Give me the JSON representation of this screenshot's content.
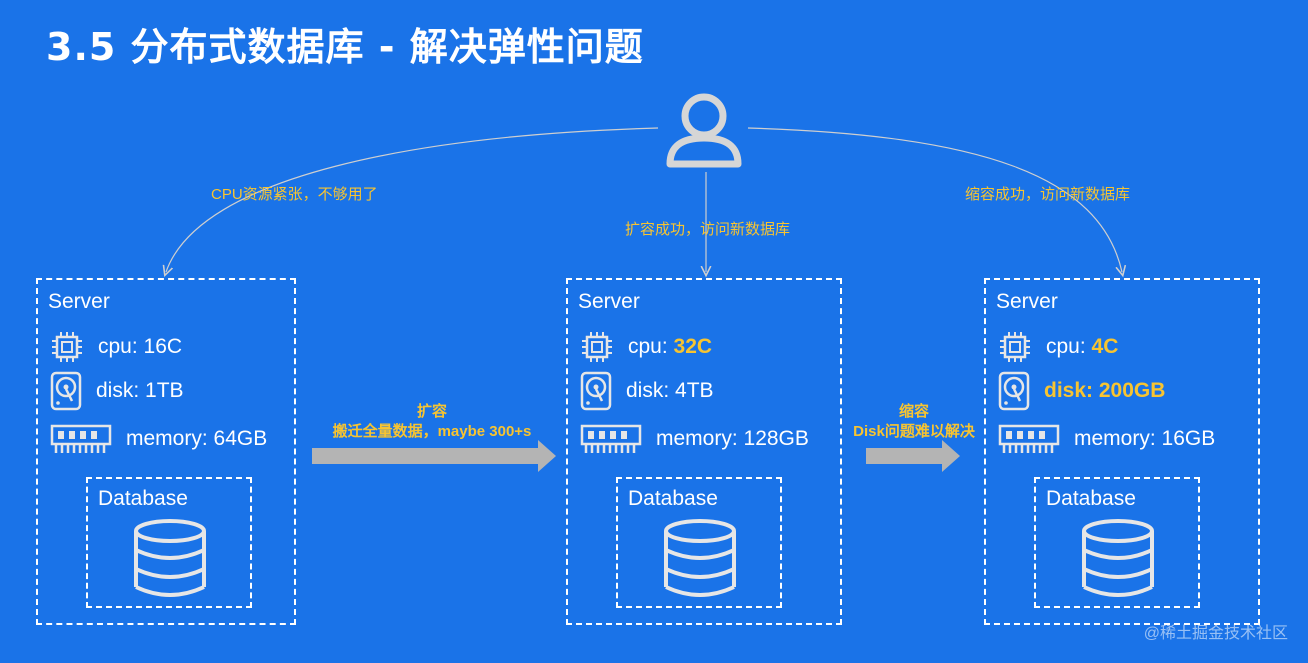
{
  "title": "3.5 分布式数据库 -  解决弹性问题",
  "user": {
    "icon": "user-icon"
  },
  "edges": {
    "left": "CPU资源紧张，不够用了",
    "middle": "扩容成功，访问新数据库",
    "right": "缩容成功，访问新数据库"
  },
  "arrows": [
    {
      "title": "扩容",
      "detail": "搬迁全量数据，maybe 300+s"
    },
    {
      "title": "缩容",
      "detail": "Disk问题难以解决"
    }
  ],
  "servers": [
    {
      "title": "Server",
      "cpu": {
        "label": "cpu: ",
        "value": "16C"
      },
      "disk": {
        "label": "disk: ",
        "value": "1TB"
      },
      "memory": {
        "label": "memory: ",
        "value": "64GB"
      },
      "database": "Database"
    },
    {
      "title": "Server",
      "cpu": {
        "label": "cpu: ",
        "value": "32C"
      },
      "disk": {
        "label": "disk: ",
        "value": "4TB"
      },
      "memory": {
        "label": "memory: ",
        "value": "128GB"
      },
      "database": "Database"
    },
    {
      "title": "Server",
      "cpu": {
        "label": "cpu: ",
        "value": "4C"
      },
      "disk": {
        "label": "disk: ",
        "value": "200GB"
      },
      "memory": {
        "label": "memory: ",
        "value": "16GB"
      },
      "database": "Database"
    }
  ],
  "watermark": "@稀土掘金技术社区",
  "colors": {
    "background": "#1a73e8",
    "highlight": "#f7c431",
    "arrow": "#b4b4b4"
  }
}
